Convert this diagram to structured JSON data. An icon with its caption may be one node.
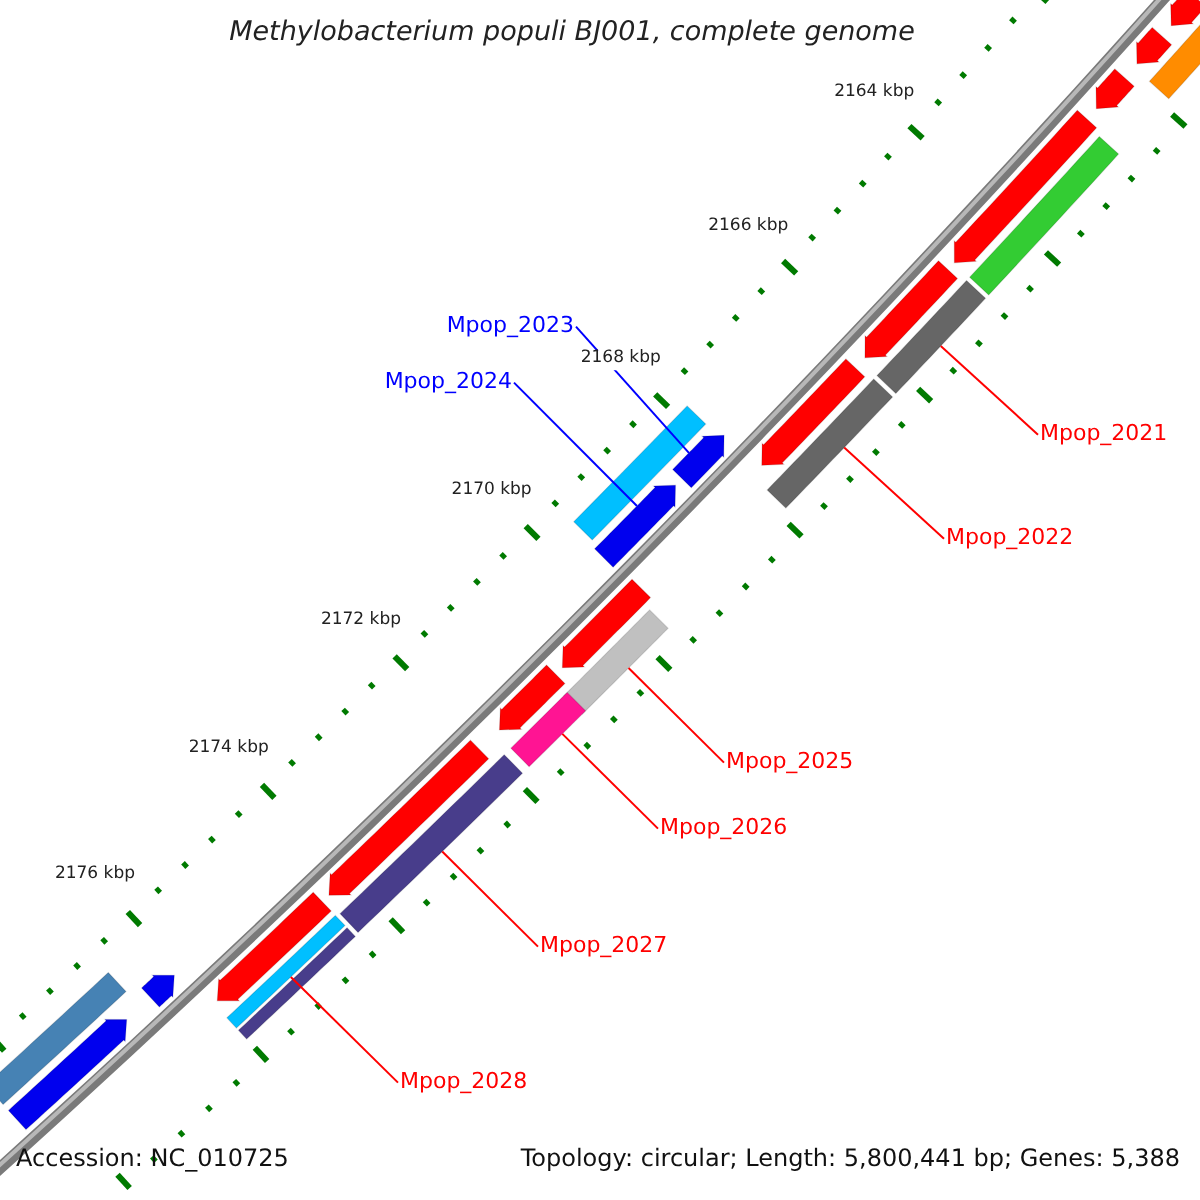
{
  "diagram": {
    "title": "Methylobacterium populi BJ001, complete genome",
    "nodes": [
      {
        "text": [
          "Mpop_2021"
        ]
      },
      {
        "text": [
          "Mpop_2022"
        ]
      },
      {
        "text": [
          "Mpop_2023"
        ]
      },
      {
        "text": [
          "Mpop_2024"
        ]
      },
      {
        "text": [
          "Mpop_2025"
        ]
      },
      {
        "text": [
          "Mpop_2026"
        ]
      },
      {
        "text": [
          "Mpop_2027"
        ]
      },
      {
        "text": [
          "Mpop_2028"
        ]
      },
      {
        "text": [],
        "shape": "bar"
      },
      {
        "text": [],
        "shape": "bar"
      },
      {
        "text": [],
        "shape": "arrow"
      },
      {
        "text": [],
        "shape": "arrow"
      },
      {
        "text": [],
        "shape": "bar"
      },
      {
        "text": [],
        "shape": "bar"
      },
      {
        "text": [],
        "shape": "bar"
      },
      {
        "text": [],
        "shape": "bar"
      }
    ],
    "edges": [
      {
        "from": 0,
        "to": 8,
        "arrow": "none"
      },
      {
        "from": 1,
        "to": 9,
        "arrow": "none"
      },
      {
        "from": 2,
        "to": 10,
        "arrow": "none",
        "color": "#0000ff"
      },
      {
        "from": 3,
        "to": 11,
        "arrow": "none",
        "color": "#0000ff"
      },
      {
        "from": 4,
        "to": 12,
        "arrow": "none"
      },
      {
        "from": 5,
        "to": 13,
        "arrow": "none"
      },
      {
        "from": 6,
        "to": 14,
        "arrow": "none"
      },
      {
        "from": 7,
        "to": 15,
        "arrow": "none"
      }
    ],
    "labels": [
      "2164 kbp",
      "2166 kbp",
      "2168 kbp",
      "2170 kbp",
      "2172 kbp",
      "2174 kbp",
      "2176 kbp",
      "Accession: NC_010725",
      "Topology: circular; Length: 5,800,441 bp; Genes: 5,388"
    ]
  }
}
